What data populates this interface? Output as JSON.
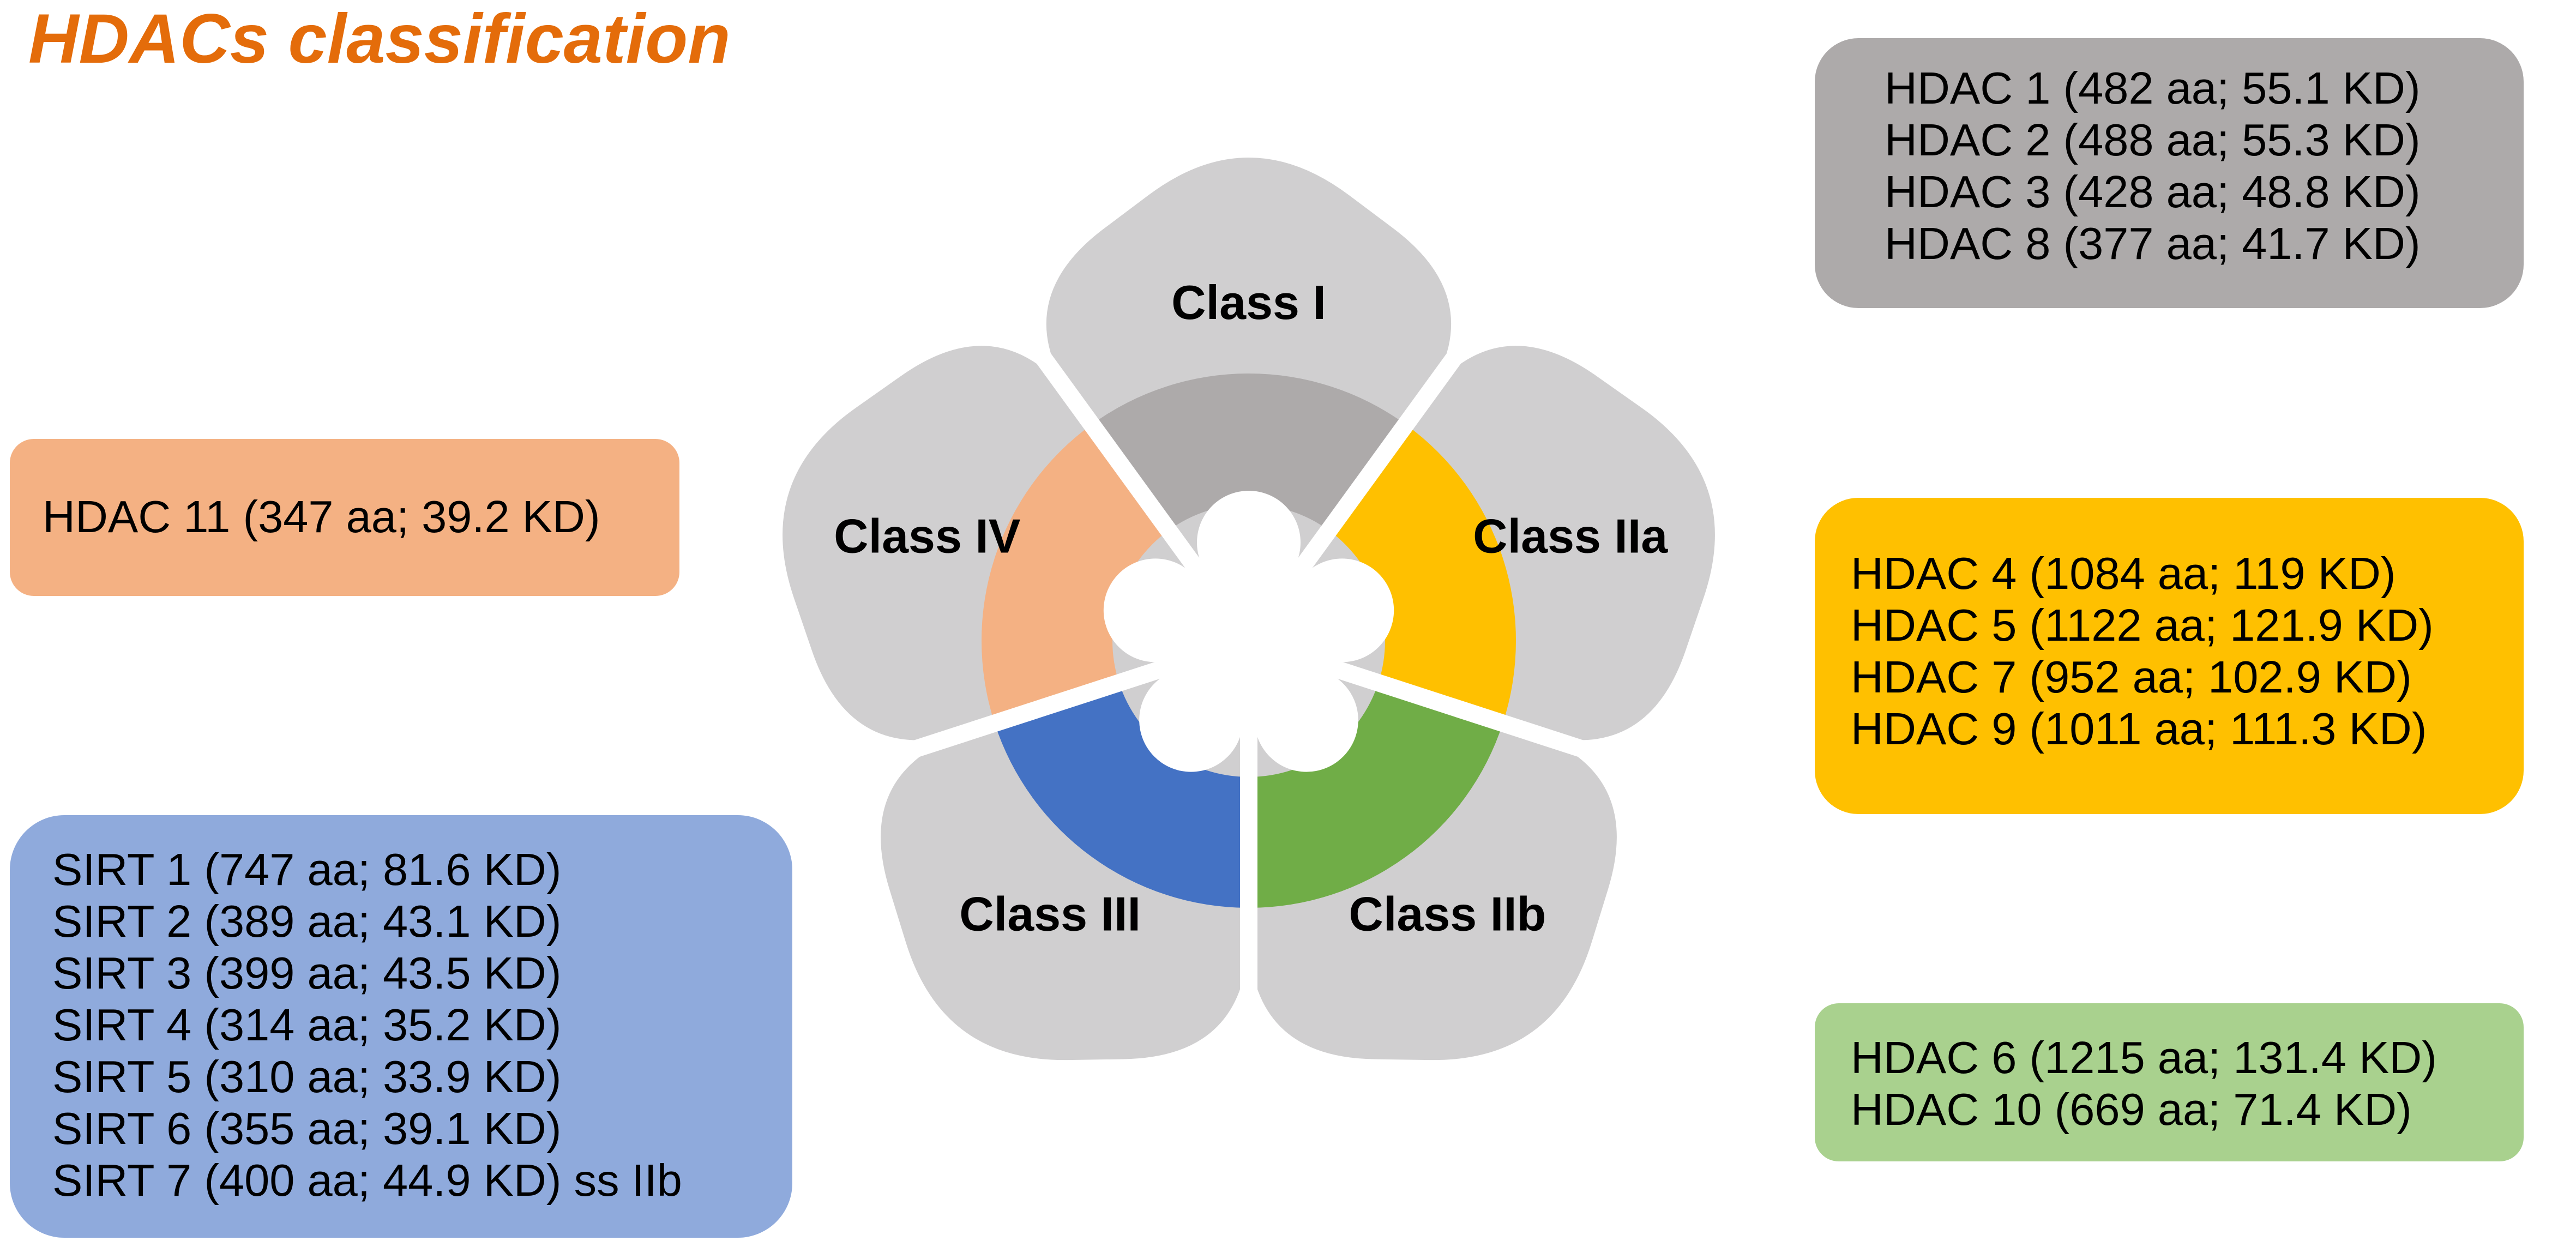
{
  "title": "HDACs classification",
  "colors": {
    "title": "#e46c0a",
    "petal": "#d0cfd0",
    "class_i": "#adaaaa",
    "class_iia": "#ffc000",
    "class_iib": "#70ad47",
    "class_iii": "#4472c4",
    "class_iv": "#f4b183",
    "box_class_i": "#adaaaa",
    "box_class_iia": "#ffc000",
    "box_class_iib": "#a9d18e",
    "box_class_iii": "#8faadc",
    "box_class_iv": "#f4b183"
  },
  "classes": [
    {
      "label": "Class I",
      "items": [
        "HDAC 1 (482 aa; 55.1 KD)",
        "HDAC 2 (488 aa; 55.3 KD)",
        "HDAC 3 (428 aa; 48.8 KD)",
        "HDAC 8 (377 aa; 41.7 KD)"
      ]
    },
    {
      "label": "Class IIa",
      "items": [
        "HDAC 4 (1084 aa; 119 KD)",
        "HDAC 5 (1122 aa; 121.9 KD)",
        "HDAC 7 (952 aa; 102.9 KD)",
        "HDAC 9 (1011 aa; 111.3 KD)"
      ]
    },
    {
      "label": "Class IIb",
      "items": [
        "HDAC 6 (1215 aa; 131.4 KD)",
        "HDAC 10 (669 aa; 71.4 KD)"
      ]
    },
    {
      "label": "Class III",
      "items": [
        "SIRT 1 (747 aa; 81.6 KD)",
        "SIRT 2 (389 aa; 43.1 KD)",
        "SIRT 3 (399 aa; 43.5 KD)",
        "SIRT 4 (314 aa; 35.2 KD)",
        "SIRT 5 (310 aa; 33.9 KD)",
        "SIRT 6 (355 aa; 39.1 KD)",
        "SIRT 7 (400 aa; 44.9 KD) ss IIb"
      ]
    },
    {
      "label": "Class IV",
      "items": [
        "HDAC 11 (347 aa; 39.2 KD)"
      ]
    }
  ]
}
